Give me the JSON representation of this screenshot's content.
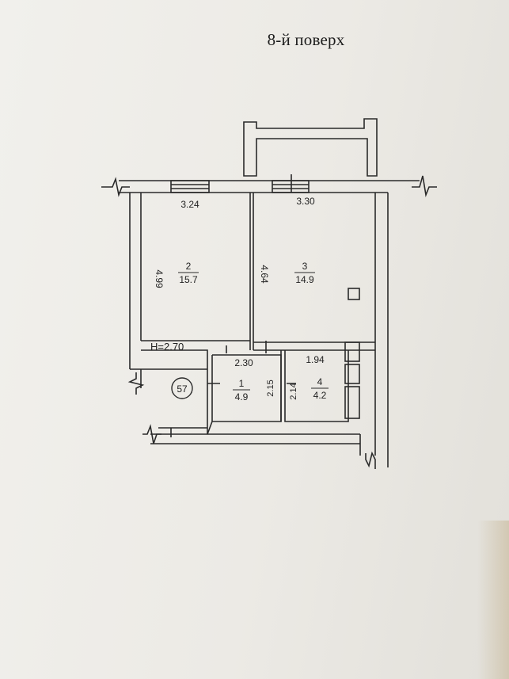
{
  "floor_title": "8-й поверх",
  "apartment_number": "57",
  "ceiling_height": "H=2.70",
  "rooms": [
    {
      "number": "1",
      "area": "4.9"
    },
    {
      "number": "2",
      "area": "15.7"
    },
    {
      "number": "3",
      "area": "14.9"
    },
    {
      "number": "4",
      "area": "4.2"
    }
  ],
  "dimensions": {
    "room2_width": "3.24",
    "room2_depth": "4.99",
    "room3_width": "3.30",
    "room3_depth": "4.64",
    "hall_width": "2.30",
    "hall_depth": "2.15",
    "bath_width": "1.94",
    "bath_depth": "2.14"
  },
  "colors": {
    "line": "#2a2a2a",
    "paper": "#eeede8"
  }
}
